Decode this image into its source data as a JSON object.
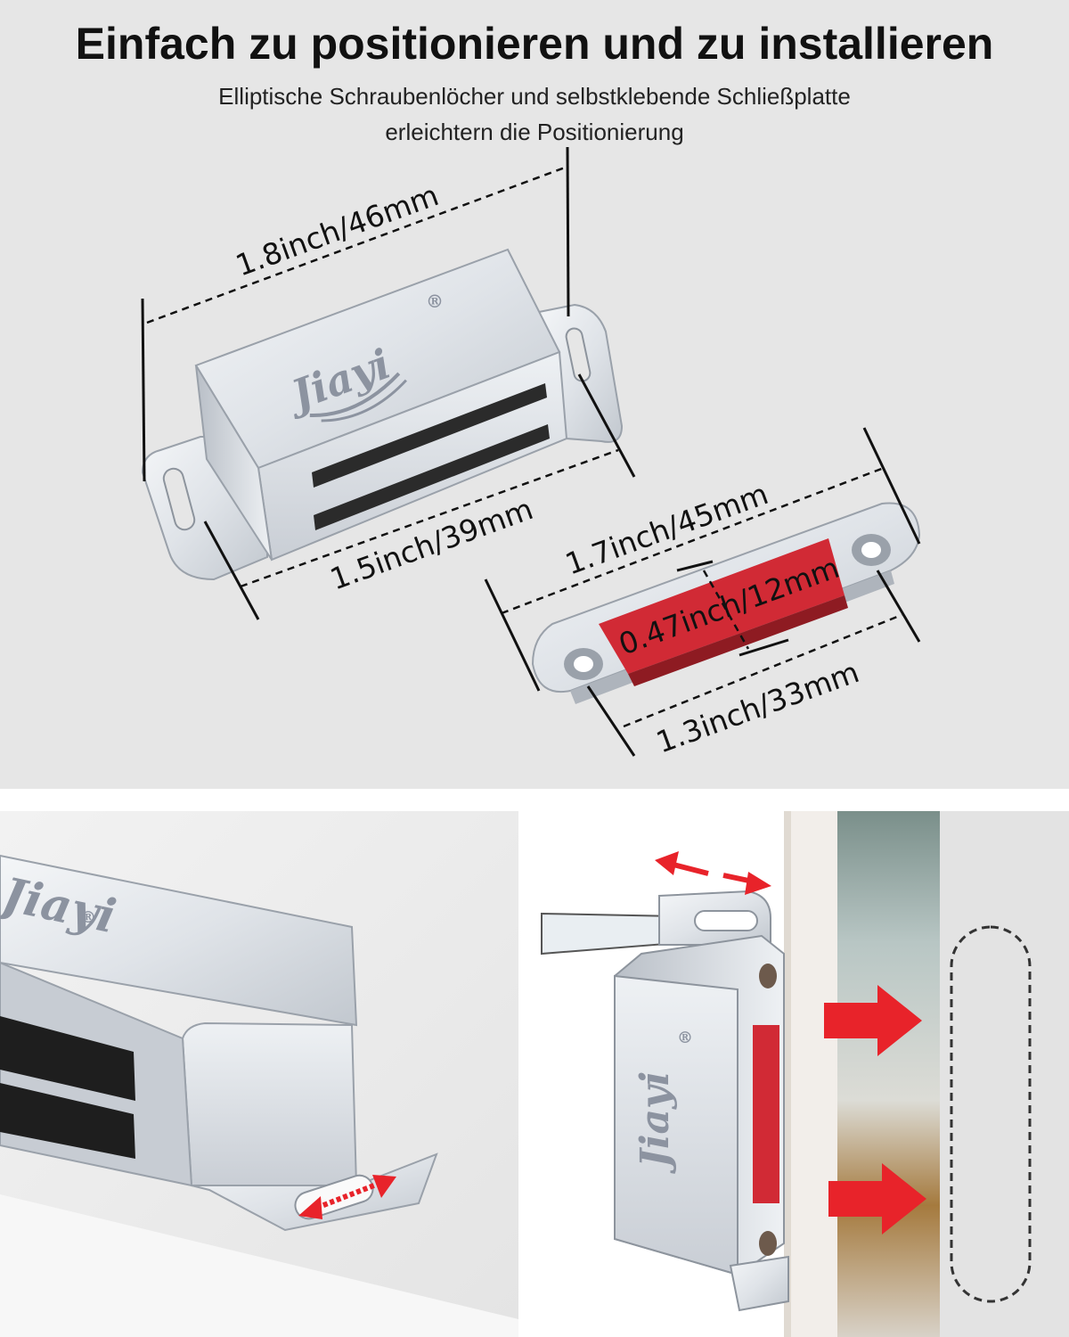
{
  "heading": {
    "title": "Einfach zu positionieren und zu installieren",
    "subtitle_line1": "Elliptische Schraubenlöcher und selbstklebende Schließplatte",
    "subtitle_line2": "erleichtern die Positionierung"
  },
  "dimensions": {
    "catch_length": "1.8inch/46mm",
    "catch_body": "1.5inch/39mm",
    "plate_length": "1.7inch/45mm",
    "plate_width": "0.47inch/12mm",
    "plate_hole_spacing": "1.3inch/33mm"
  },
  "brand": {
    "logo": "Jiayi",
    "registered_mark": "®"
  },
  "colors": {
    "background_gray": "#e6e6e6",
    "steel": "#d9dde2",
    "magnet_strip": "#2b2b2b",
    "adhesive_red": "#d12a35",
    "arrow_red": "#e8232a"
  },
  "icons": [
    "double-arrow-icon",
    "right-arrow-icon",
    "dashed-outline-icon",
    "screwdriver-icon"
  ]
}
